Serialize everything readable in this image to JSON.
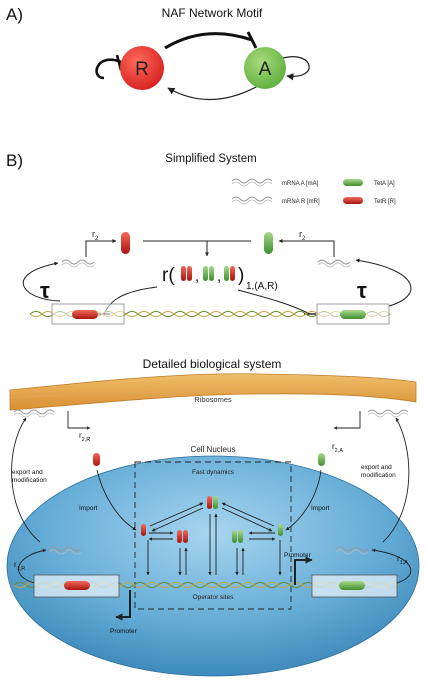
{
  "panel_a": {
    "letter": "A)",
    "title": "NAF Network Motif",
    "node_r": "R",
    "node_a": "A",
    "colors": {
      "r_node": "#e02424",
      "a_node": "#7cc249"
    }
  },
  "panel_b": {
    "letter": "B)",
    "simplified": {
      "title": "Simplified System",
      "legend": [
        {
          "label": "mRNA A [mA]",
          "kind": "mrna"
        },
        {
          "label": "TetA [A]",
          "kind": "protein",
          "color": "#5cae45"
        },
        {
          "label": "mRNA R [mR]",
          "kind": "mrna"
        },
        {
          "label": "TetR [R]",
          "kind": "protein",
          "color": "#c0211b"
        }
      ],
      "r2_left": "r",
      "r2_left_sub": "2",
      "r2_right": "r",
      "r2_right_sub": "2",
      "complex_prefix": "r(",
      "complex_suffix": ")",
      "complex_subscript": "1,(A,R)",
      "tau_left": "τ",
      "tau_right": "τ"
    },
    "detailed": {
      "title": "Detailed biological system",
      "ribosomes": "Ribosomes",
      "cell_nucleus": "Cell Nucleus",
      "fast_dynamics": "Fast dynamics",
      "operator_sites": "Operator sites",
      "promoter_right": "Promoter",
      "promoter_bottom": "Promoter",
      "export_left": [
        "export and",
        "modification"
      ],
      "export_right": [
        "export and",
        "modification"
      ],
      "import_left": "Import",
      "import_right": "Import",
      "r2R": "r",
      "r2R_sub": "2,R",
      "r2A": "r",
      "r2A_sub": "2,A",
      "r1R": "r",
      "r1R_sub": "1,R",
      "r1A": "r",
      "r1A_sub": "1,A",
      "colors": {
        "ribosome": "#e9a94e",
        "nucleus": "#3f8fc0"
      }
    }
  }
}
